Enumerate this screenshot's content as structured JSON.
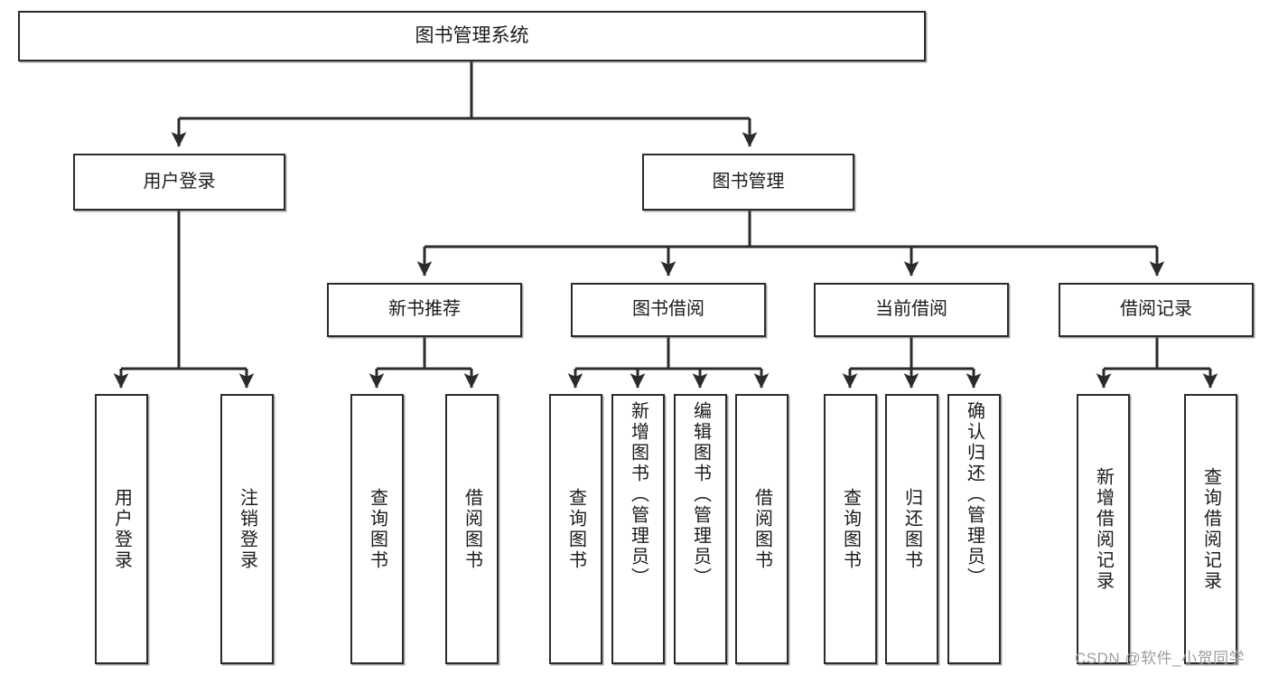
{
  "diagram": {
    "type": "tree-hierarchy",
    "title": "图书管理系统",
    "watermark": "CSDN @软件_小贺同学",
    "colors": {
      "border": "#2b2b2b",
      "background": "#ffffff",
      "text": "#1b1b1b",
      "watermark": "#9d9d9d"
    },
    "nodes": {
      "root": {
        "label": "图书管理系统"
      },
      "level2": [
        {
          "id": "user-login",
          "label": "用户登录"
        },
        {
          "id": "book-manage",
          "label": "图书管理"
        }
      ],
      "level3": [
        {
          "id": "new-book-recommend",
          "label": "新书推荐"
        },
        {
          "id": "book-borrow",
          "label": "图书借阅"
        },
        {
          "id": "current-borrow",
          "label": "当前借阅"
        },
        {
          "id": "borrow-record",
          "label": "借阅记录"
        }
      ],
      "leaves": {
        "user_login": [
          {
            "id": "leaf-user-login",
            "label": "用户登录"
          },
          {
            "id": "leaf-logout-login",
            "label": "注销登录"
          }
        ],
        "new_book_recommend": [
          {
            "id": "leaf-query-book-1",
            "label": "查询图书"
          },
          {
            "id": "leaf-borrow-book-1",
            "label": "借阅图书"
          }
        ],
        "book_borrow": [
          {
            "id": "leaf-query-book-2",
            "label": "查询图书"
          },
          {
            "id": "leaf-add-book-admin",
            "label": "新增图书（管理员）"
          },
          {
            "id": "leaf-edit-book-admin",
            "label": "编辑图书（管理员）"
          },
          {
            "id": "leaf-borrow-book-2",
            "label": "借阅图书"
          }
        ],
        "current_borrow": [
          {
            "id": "leaf-query-book-3",
            "label": "查询图书"
          },
          {
            "id": "leaf-return-book",
            "label": "归还图书"
          },
          {
            "id": "leaf-confirm-return-admin",
            "label": "确认归还（管理员）"
          }
        ],
        "borrow_record": [
          {
            "id": "leaf-add-borrow-record",
            "label": "新增借阅记录"
          },
          {
            "id": "leaf-query-borrow-record",
            "label": "查询借阅记录"
          }
        ]
      }
    }
  }
}
